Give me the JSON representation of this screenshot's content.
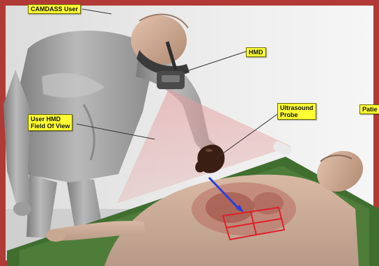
{
  "labels": {
    "user": "CAMDASS User",
    "hmd": "HMD",
    "fov": "User HMD\nField Of View",
    "probe": "Ultrasound\nProbe",
    "patient": "Patie"
  },
  "colors": {
    "frame": "#b23a36",
    "wall": "#c9c9c9",
    "label_bg": "#ffff33",
    "fov_cone": "#e8a3a3",
    "stretcher_green": "#3f6e2e",
    "probe": "#3a1e14",
    "probe_ray": "#2a3fdc",
    "target_grid": "#e0202a",
    "skin": "#c9a892",
    "figure": "#9a9a9a"
  },
  "icons": {
    "user": "user-figure-icon",
    "hmd": "hmd-headset-icon",
    "probe": "ultrasound-probe-icon",
    "patient": "patient-figure-icon"
  }
}
